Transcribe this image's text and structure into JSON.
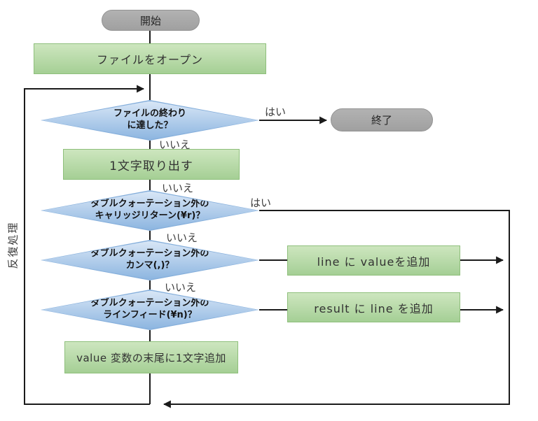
{
  "diagram": {
    "type": "flowchart",
    "language": "ja",
    "terminals": {
      "start": "開始",
      "end": "終了"
    },
    "processes": {
      "open_file": "ファイルをオープン",
      "read_one_char": "1文字取り出す",
      "append_value_to_line": "line に valueを追加",
      "append_line_to_result": "result に line を追加",
      "append_char_to_value": "value 変数の末尾に1文字追加"
    },
    "decisions": {
      "end_of_file": "ファイルの終わり\nに達した？",
      "carriage_return": "ダブルクォーテーション外の\nキャリッジリターン(¥r)？",
      "comma": "ダブルクォーテーション外の\nカンマ(,)？",
      "line_feed": "ダブルクォーテーション外の\nラインフィード(¥n)？"
    },
    "branch_labels": {
      "yes_eof": "はい",
      "no_eof": "いいえ",
      "no_after_read": "いいえ",
      "yes_cr": "はい",
      "no_cr": "いいえ",
      "no_comma": "いいえ"
    },
    "loop_label": "反復処理",
    "colors": {
      "process_fill_top": "#cde6bf",
      "process_fill_bottom": "#a5cf95",
      "process_border": "#8ebf7b",
      "decision_fill_top": "#d8e6f6",
      "decision_fill_bottom": "#8cb5e0",
      "decision_border": "#84aedb",
      "terminal_fill": "#a6a6a6",
      "connector": "#1b1b1b",
      "background": "#ffffff"
    }
  }
}
